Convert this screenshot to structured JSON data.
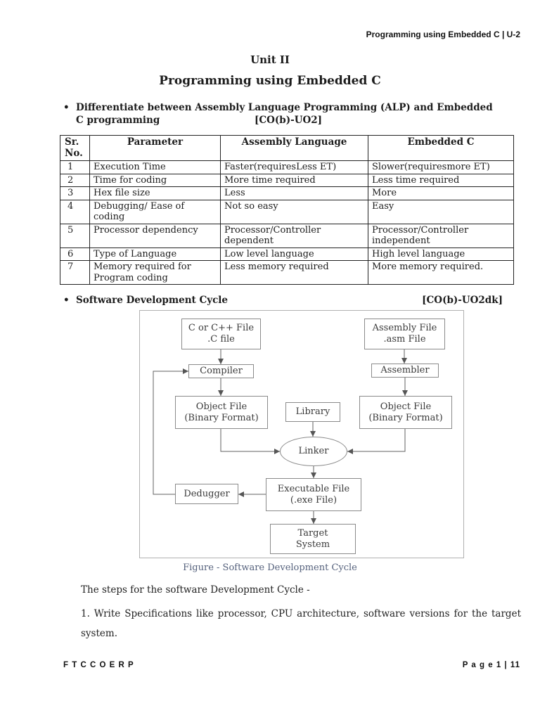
{
  "page": {
    "header": "Programming using Embedded C | U-2",
    "title1": "Unit II",
    "title2": "Programming using Embedded C",
    "footer_left": "F T C C O E R P",
    "footer_right": "P a g e 1 | 11"
  },
  "bullet1": {
    "text": "Differentiate between Assembly Language Programming (ALP) and Embedded\nC programming",
    "tag": "[CO(b)-UO2]"
  },
  "bullet2": {
    "text": "Software Development Cycle",
    "tag": "[CO(b)-UO2dk]"
  },
  "table": {
    "headers": [
      "Sr.\nNo.",
      "Parameter",
      "Assembly Language",
      "Embedded C"
    ],
    "rows": [
      [
        "1",
        "Execution Time",
        "Faster(requiresLess ET)",
        "Slower(requiresmore ET)"
      ],
      [
        "2",
        "Time for coding",
        "More time required",
        "Less time required"
      ],
      [
        "3",
        "Hex file size",
        "Less",
        "More"
      ],
      [
        "4",
        "Debugging/ Ease of\ncoding",
        "Not so easy",
        "Easy"
      ],
      [
        "5",
        "Processor dependency",
        "Processor/Controller\ndependent",
        "Processor/Controller\nindependent"
      ],
      [
        "6",
        "Type of Language",
        "Low level language",
        "High level language"
      ],
      [
        "7",
        "Memory required for\nProgram coding",
        "Less memory required",
        "More memory required."
      ]
    ]
  },
  "diagram": {
    "c_file": "C or C++ File\n.C file",
    "asm_file": "Assembly File\n.asm File",
    "compiler": "Compiler",
    "assembler": "Assembler",
    "obj_left": "Object File\n(Binary Format)",
    "library": "Library",
    "obj_right": "Object File\n(Binary Format)",
    "linker": "Linker",
    "executable": "Executable File\n(.exe File)",
    "debugger": "Dedugger",
    "target": "Target\nSystem",
    "caption": "Figure - Software Development Cycle"
  },
  "body": {
    "line1": "The steps for the software Development Cycle -",
    "step1": "1. Write Specifications like processor, CPU architecture, software versions for the target system."
  },
  "colors": {
    "caption_text": "#55617c",
    "table_border": "#222222",
    "diagram_border": "#8a8a8a"
  }
}
